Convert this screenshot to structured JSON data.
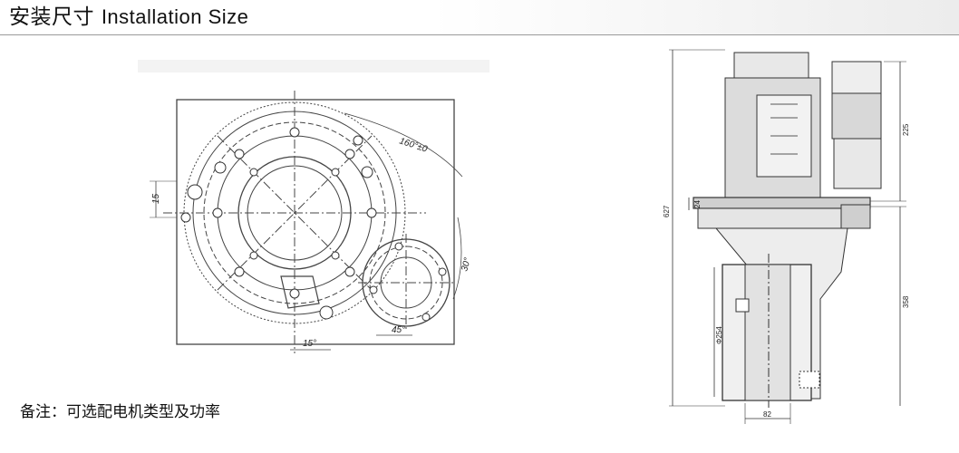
{
  "header": {
    "title_cn": "安装尺寸",
    "title_en": "Installation Size"
  },
  "note": "备注：可选配电机类型及功率",
  "top_view": {
    "dim_angle_main": "160°±0",
    "dim_15_vertical": "15",
    "dim_30_deg": "30°",
    "dim_15_deg": "15°",
    "dim_45_deg": "45°"
  },
  "side_view": {
    "dim_627": "627",
    "dim_24": "24",
    "dim_225": "225",
    "dim_358": "358",
    "dim_82": "82",
    "dim_wheel_dia": "Φ254"
  },
  "colors": {
    "header_line": "#9a9a9a",
    "drawing": "#444444"
  }
}
